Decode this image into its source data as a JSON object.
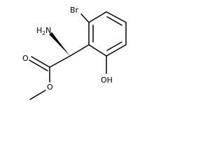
{
  "molecule": {
    "atoms": {
      "br": "Br",
      "amine_h": "H",
      "amine_sub": "2",
      "amine_n": "N",
      "carbonyl_o": "O",
      "ester_o": "O",
      "hydroxyl": "OH"
    }
  }
}
